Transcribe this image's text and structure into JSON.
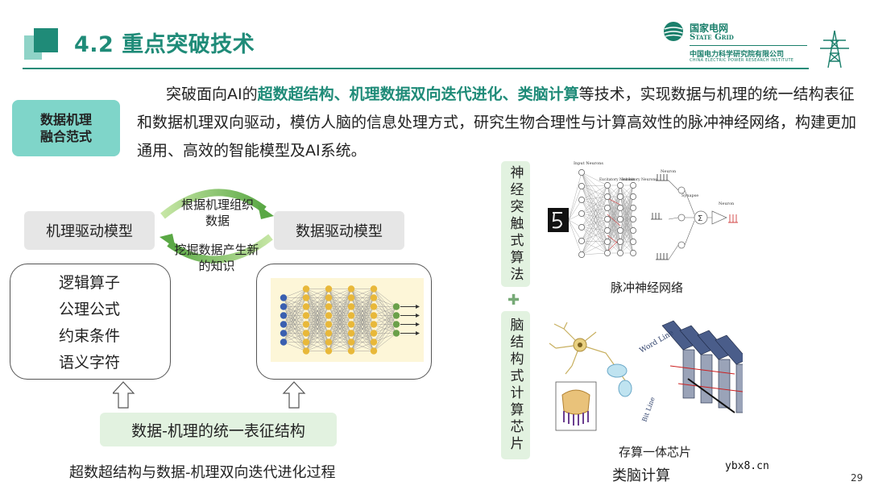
{
  "header": {
    "title": "4.2 重点突破技术"
  },
  "logo": {
    "cn": "国家电网",
    "en": "State Grid",
    "org": "中国电力科学研究院有限公司",
    "org_en": "CHINA ELECTRIC POWER RESEARCH INSTITUTE"
  },
  "badge": {
    "line1": "数据机理",
    "line2": "融合范式"
  },
  "paragraph": {
    "p1": "突破面向AI的",
    "h1": "超数超结构、机理数据双向迭代进化、类脑计算",
    "p2": "等技术，实现数据与机理的统一结构表征和数据机理双向驱动，模仿人脑的信息处理方式，研究生物合理性与计算高效性的脉冲神经网络，构建更加通用、高效的智能模型及AI系统。"
  },
  "left_diagram": {
    "mech_model": "机理驱动模型",
    "data_model": "数据驱动模型",
    "arrow_top": "根据机理组织数据",
    "arrow_bottom": "挖掘数据产生新的知识",
    "logic_items": [
      "逻辑算子",
      "公理公式",
      "约束条件",
      "语义字符"
    ],
    "unified": "数据-机理的统一表征结构",
    "caption": "超数超结构与数据-机理双向迭代进化过程"
  },
  "right_side": {
    "vbox_snn": "神经突触式算法",
    "vbox_brain": "脑结构式计算芯片",
    "plus_icon": "plus-icon",
    "snn_caption": "脉冲神经网络",
    "cim_caption": "存算一体芯片",
    "neuro_caption": "类脑计算",
    "snn_labels": {
      "input": "Input Neurons",
      "excit": "Excitatory Neurons",
      "inhib": "Inhibitory Neurons",
      "neuron": "Neuron",
      "synapse": "Synapse",
      "neuron2": "Neuron"
    },
    "chip_labels": {
      "word_line": "Word Line",
      "bit_line": "Bit Line"
    }
  },
  "colors": {
    "accent": "#1f8b78",
    "badge": "#7fd5c9",
    "light_green": "#e2f2e0",
    "gray_box": "#e6e6e6"
  },
  "footer": {
    "watermark": "ybx8.cn",
    "page": "29"
  }
}
